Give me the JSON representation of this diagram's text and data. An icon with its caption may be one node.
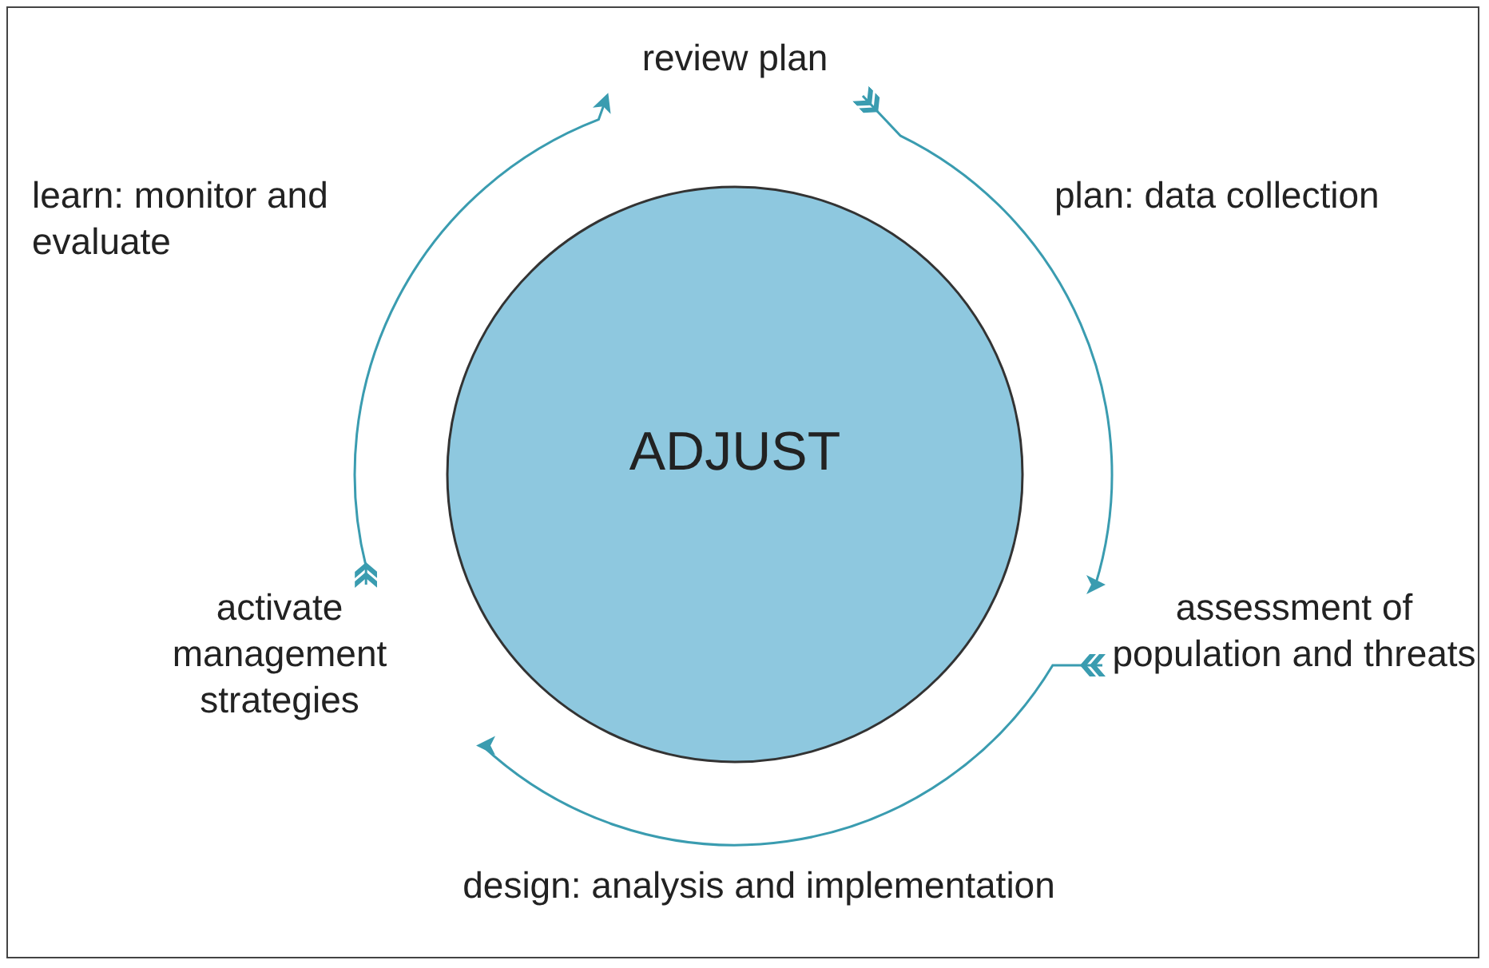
{
  "diagram": {
    "nodes": [
      {
        "text": [
          "review plan"
        ]
      },
      {
        "text": [
          "assessment of population and threats"
        ]
      },
      {
        "text": [
          "activate management strategies"
        ]
      },
      {
        "text": [
          "ADJUST"
        ]
      }
    ],
    "edges": [
      {
        "from": 2,
        "to": 0,
        "arrow": "to",
        "label": "learn: monitor and evaluate"
      },
      {
        "from": 0,
        "to": 1,
        "arrow": "to",
        "label": "plan: data collection"
      },
      {
        "from": 1,
        "to": 2,
        "arrow": "to",
        "label": "design: analysis and implementation"
      }
    ]
  }
}
